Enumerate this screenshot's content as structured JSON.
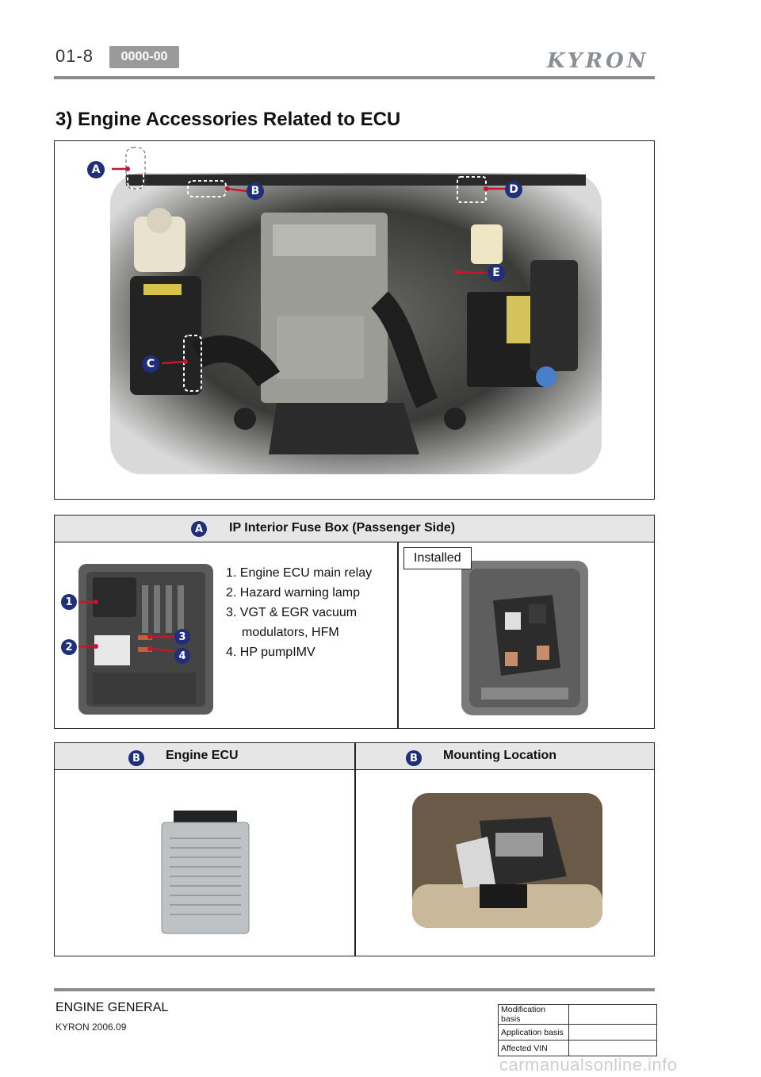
{
  "header": {
    "page_number": "01-8",
    "code_badge": "0000-00",
    "brand": "KYRON"
  },
  "section": {
    "title": "3) Engine Accessories Related to ECU"
  },
  "engine_photo": {
    "callouts": [
      "A",
      "B",
      "C",
      "D",
      "E"
    ]
  },
  "fuse_panel": {
    "callout": "A",
    "title": "IP Interior Fuse Box (Passenger Side)",
    "photo_callouts": [
      "1",
      "2",
      "3",
      "4"
    ],
    "items": [
      "1. Engine ECU main relay",
      "2. Hazard warning lamp",
      "3. VGT & EGR vacuum",
      "modulators, HFM",
      "4. HP pumpIMV"
    ],
    "installed_label": "Installed"
  },
  "ecu_panel": {
    "left_callout": "B",
    "left_title": "Engine ECU",
    "right_callout": "B",
    "right_title": "Mounting Location"
  },
  "footer": {
    "title": "ENGINE GENERAL",
    "subtitle": "KYRON 2006.09",
    "info_rows": [
      "Modification basis",
      "Application basis",
      "Affected VIN"
    ],
    "watermark": "carmanualsonline.info"
  }
}
